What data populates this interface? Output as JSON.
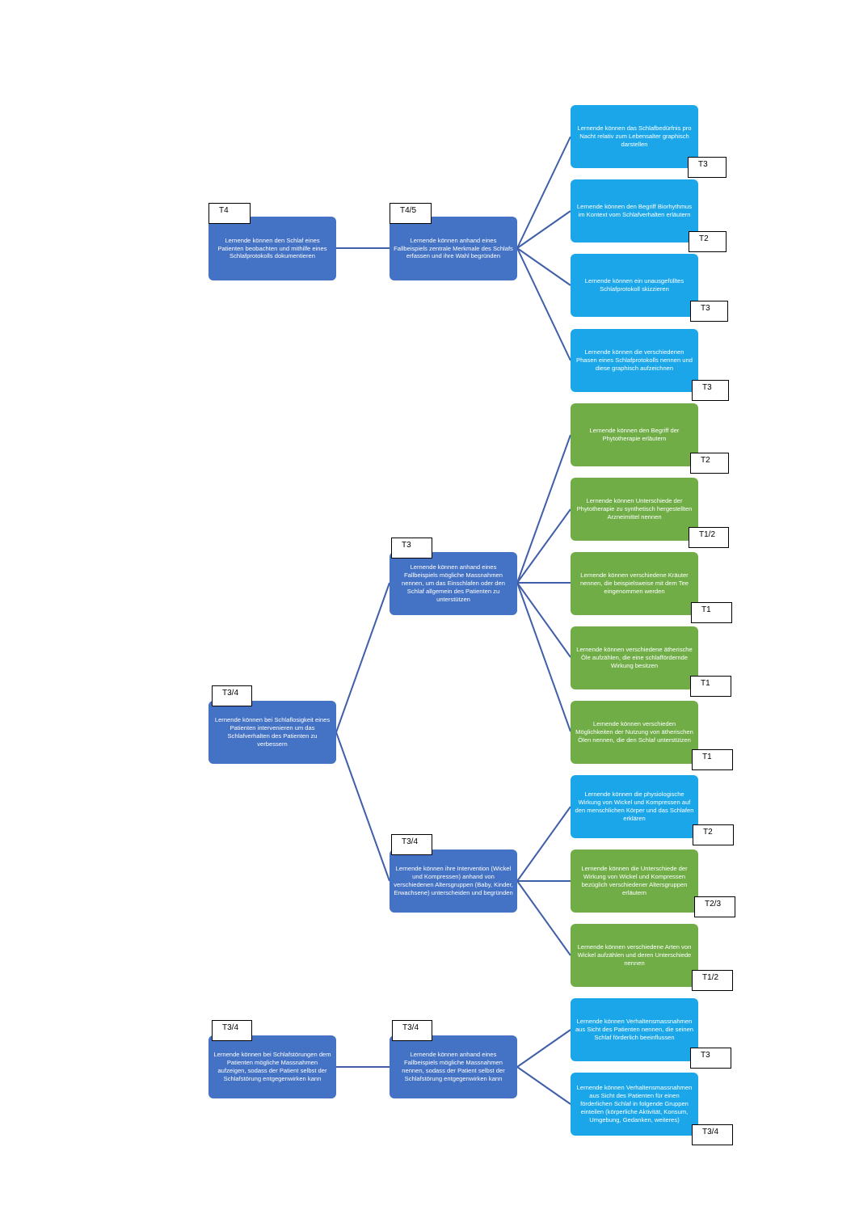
{
  "diagram": {
    "root1": {
      "text": "Lernende können den Schlaf eines Patienten beobachten und mithilfe eines Schlafprotokolls dokumentieren",
      "tag": "T4"
    },
    "root1_child": {
      "text": "Lernende können anhand eines Fallbeispiels zentrale Merkmale des Schlafs erfassen und ihre Wahl begründen",
      "tag": "T4/5"
    },
    "root1_leaves": [
      {
        "text": "Lernende können das Schlafbedürfnis pro Nacht relativ zum Lebensalter graphisch darstellen",
        "tag": "T3"
      },
      {
        "text": "Lernende können den Begriff Biorhythmus im Kontext vom Schlafverhalten erläutern",
        "tag": "T2"
      },
      {
        "text": "Lernende können ein unausgefülltes Schlafprotokoll skizzieren",
        "tag": "T3"
      },
      {
        "text": "Lernende können die verschiedenen Phasen eines Schlafprotokolls nennen und diese graphisch aufzeichnen",
        "tag": "T3"
      }
    ],
    "root2": {
      "text": "Lernende können bei Schlaflosigkeit eines Patienten intervenieren um das Schlafverhalten des Patienten zu verbessern",
      "tag": "T3/4"
    },
    "root2_child_a": {
      "text": "Lernende können anhand eines Fallbeispiels mögliche Massnahmen nennen, um das Einschlafen oder den Schlaf allgemein des Patienten zu unterstützen",
      "tag": "T3"
    },
    "root2_child_a_leaves": [
      {
        "text": "Lernende können den Begriff der Phytotherapie erläutern",
        "tag": "T2"
      },
      {
        "text": "Lernende können Unterschiede der Phytotherapie zu synthetisch hergestellten Arzneimittel nennen",
        "tag": "T1/2"
      },
      {
        "text": "Lernende können verschiedene Kräuter nennen, die beispielsweise mit dem Tee eingenommen werden",
        "tag": "T1"
      },
      {
        "text": "Lernende können verschiedene ätherische Öle aufzählen, die eine schlaffördernde Wirkung besitzen",
        "tag": "T1"
      },
      {
        "text": "Lernende können verschieden Möglichkeiten der Nutzung von ätherischen Ölen nennen, die den Schlaf unterstützen",
        "tag": "T1"
      }
    ],
    "root2_child_b": {
      "text": "Lernende können ihre Intervention (Wickel und Kompressen) anhand von verschiedenen Altersgruppen (Baby, Kinder, Erwachsene) unterscheiden und begründen",
      "tag": "T3/4"
    },
    "root2_child_b_leaves": [
      {
        "text": "Lernende können die physiologische Wirkung von Wickel und Kompressen auf den menschlichen Körper und das Schlafen erklären",
        "tag": "T2"
      },
      {
        "text": "Lernende können die Unterschiede der Wirkung von Wickel und Kompressen bezüglich verschiedener Altersgruppen erläutern",
        "tag": "T2/3"
      },
      {
        "text": "Lernende können verschiedene Arten von Wickel aufzählen und deren Unterschiede nennen",
        "tag": "T1/2"
      }
    ],
    "root3": {
      "text": "Lernende können bei Schlafstörungen dem Patienten mögliche Massnahmen aufzeigen, sodass der Patient selbst der Schlafstörung entgegenwirken kann",
      "tag": "T3/4"
    },
    "root3_child": {
      "text": "Lernende können anhand eines Fallbeispiels mögliche Massnahmen nennen, sodass der Patient selbst der Schlafstörung entgegenwirken kann",
      "tag": "T3/4"
    },
    "root3_leaves": [
      {
        "text": "Lernende können Verhaltensmassnahmen aus Sicht des Patienten nennen, die seinen Schlaf förderlich beeinflussen",
        "tag": "T3"
      },
      {
        "text": "Lernende können Verhaltensmassnahmen aus Sicht des Patienten für einen förderlichen Schlaf in folgende Gruppen einteilen (körperliche Aktivität, Konsum, Umgebung, Gedanken, weiteres)",
        "tag": "T3/4"
      }
    ],
    "colors": {
      "level_blue": "#4472c4",
      "leaf_cyan": "#1aa6e9",
      "leaf_green": "#70ad47",
      "connector": "#3f5fa8"
    }
  }
}
